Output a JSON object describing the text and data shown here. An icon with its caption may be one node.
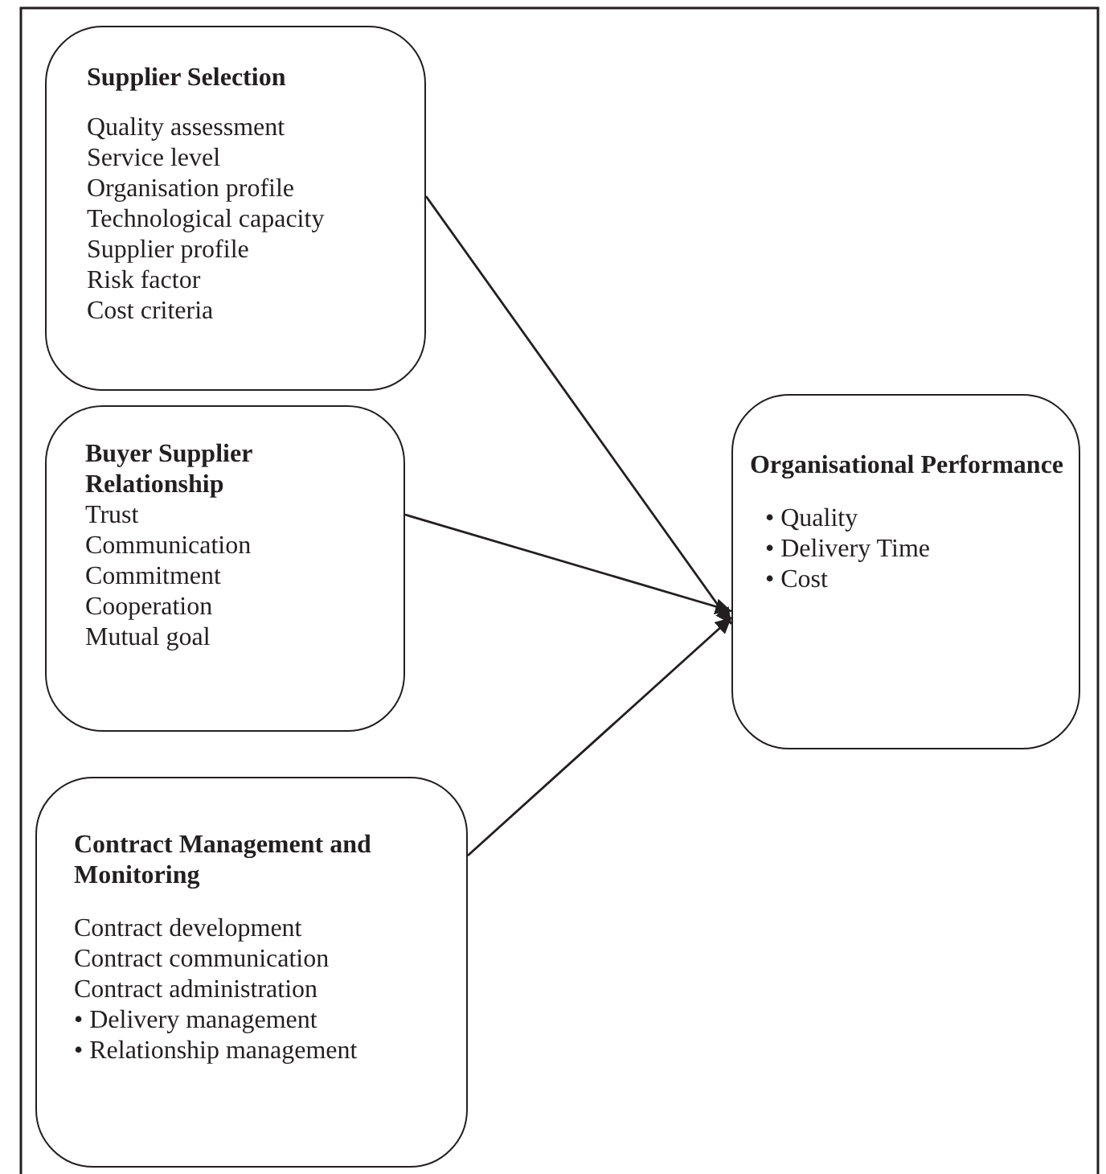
{
  "diagram": {
    "nodes": [
      {
        "text": [
          "Supplier Selection",
          "Quality assessment",
          "Service level",
          "Organisation profile",
          "Technological capacity",
          "Supplier profile",
          "Risk factor",
          "Cost criteria"
        ]
      },
      {
        "text": [
          "Buyer Supplier Relationship",
          "Trust",
          "Communication",
          "Commitment",
          "Cooperation",
          "Mutual goal"
        ]
      },
      {
        "text": [
          "Contract Management and Monitoring",
          "Contract development",
          "Contract communication",
          "Contract administration",
          "• Delivery management",
          "• Relationship management"
        ]
      },
      {
        "text": [
          "Organisational Performance",
          "• Quality",
          "• Delivery Time",
          "• Cost"
        ]
      }
    ],
    "edges": [
      {
        "from": 0,
        "to": 3,
        "arrow": "to"
      },
      {
        "from": 1,
        "to": 3,
        "arrow": "to"
      },
      {
        "from": 2,
        "to": 3,
        "arrow": "to"
      }
    ]
  }
}
